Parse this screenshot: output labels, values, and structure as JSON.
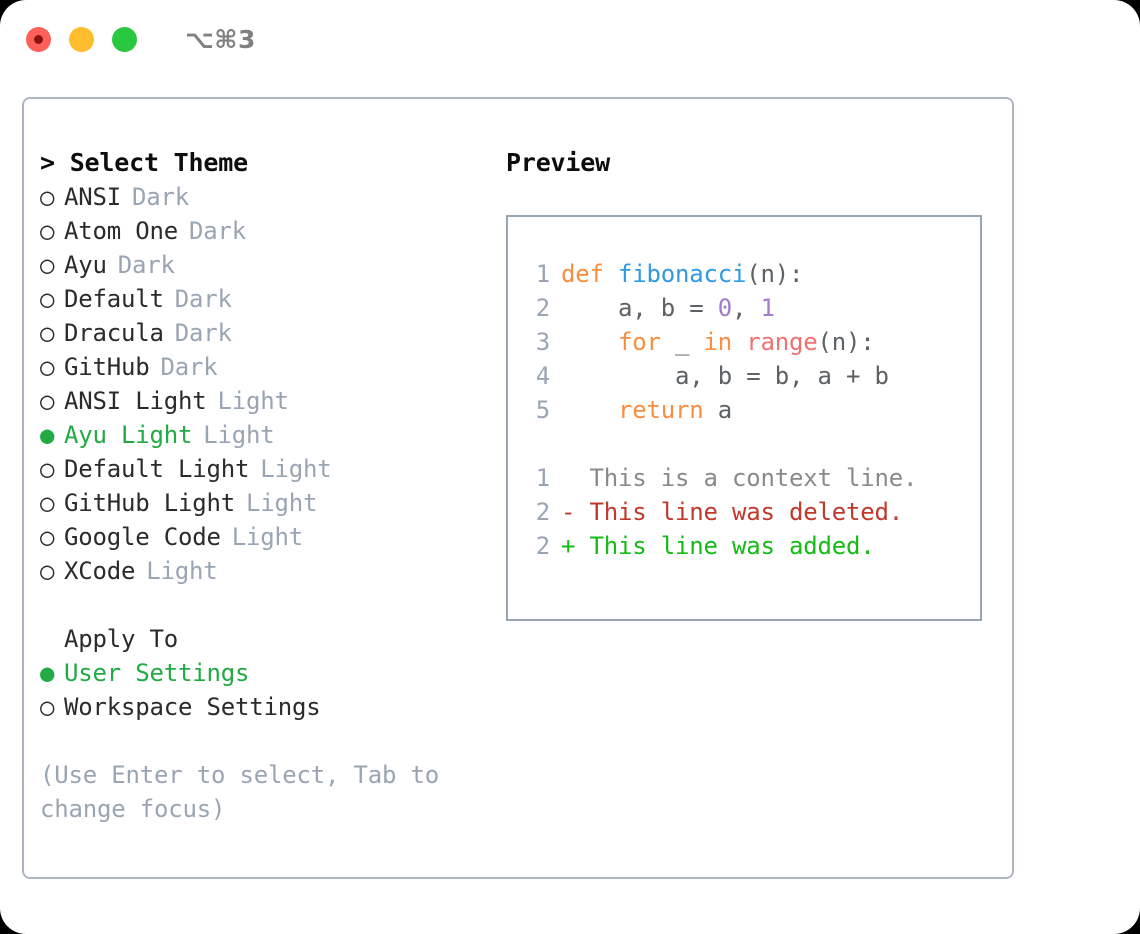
{
  "window": {
    "title_shortcut": "⌥⌘3",
    "traffic_lights": [
      {
        "name": "close-button",
        "color": "#ff6159"
      },
      {
        "name": "minimize-button",
        "color": "#ffbd2e"
      },
      {
        "name": "maximize-button",
        "color": "#28c840"
      }
    ]
  },
  "theme_panel": {
    "header_prefix": "> ",
    "header": "Select Theme",
    "bullet_selected": "●",
    "bullet_unselected": "○",
    "items": [
      {
        "label": "ANSI",
        "tag": "Dark",
        "selected": false
      },
      {
        "label": "Atom One",
        "tag": "Dark",
        "selected": false
      },
      {
        "label": "Ayu",
        "tag": "Dark",
        "selected": false
      },
      {
        "label": "Default",
        "tag": "Dark",
        "selected": false
      },
      {
        "label": "Dracula",
        "tag": "Dark",
        "selected": false
      },
      {
        "label": "GitHub",
        "tag": "Dark",
        "selected": false
      },
      {
        "label": "ANSI Light",
        "tag": "Light",
        "selected": false
      },
      {
        "label": "Ayu Light",
        "tag": "Light",
        "selected": true
      },
      {
        "label": "Default Light",
        "tag": "Light",
        "selected": false
      },
      {
        "label": "GitHub Light",
        "tag": "Light",
        "selected": false
      },
      {
        "label": "Google Code",
        "tag": "Light",
        "selected": false
      },
      {
        "label": "XCode",
        "tag": "Light",
        "selected": false
      }
    ]
  },
  "apply_to": {
    "title": "Apply To",
    "items": [
      {
        "label": "User Settings",
        "selected": true
      },
      {
        "label": "Workspace Settings",
        "selected": false
      }
    ]
  },
  "hint": "(Use Enter to select, Tab to change focus)",
  "preview": {
    "title": "Preview",
    "code_lines": [
      {
        "no": "1",
        "tokens": [
          {
            "t": "def ",
            "c": "kw"
          },
          {
            "t": "fibonacci",
            "c": "fn"
          },
          {
            "t": "(n):",
            "c": "plain"
          }
        ]
      },
      {
        "no": "2",
        "tokens": [
          {
            "t": "    a, b = ",
            "c": "plain"
          },
          {
            "t": "0",
            "c": "num"
          },
          {
            "t": ", ",
            "c": "plain"
          },
          {
            "t": "1",
            "c": "num"
          }
        ]
      },
      {
        "no": "3",
        "tokens": [
          {
            "t": "    ",
            "c": "plain"
          },
          {
            "t": "for",
            "c": "kw"
          },
          {
            "t": " _ ",
            "c": "plain"
          },
          {
            "t": "in",
            "c": "kw"
          },
          {
            "t": " ",
            "c": "plain"
          },
          {
            "t": "range",
            "c": "call"
          },
          {
            "t": "(n):",
            "c": "plain"
          }
        ]
      },
      {
        "no": "4",
        "tokens": [
          {
            "t": "        a, b = b, a + b",
            "c": "plain"
          }
        ]
      },
      {
        "no": "5",
        "tokens": [
          {
            "t": "    ",
            "c": "plain"
          },
          {
            "t": "return",
            "c": "kw"
          },
          {
            "t": " a",
            "c": "plain"
          }
        ]
      }
    ],
    "diff_lines": [
      {
        "no": "1",
        "marker": "  ",
        "text": "This is a context line.",
        "kind": "ctx"
      },
      {
        "no": "2",
        "marker": "- ",
        "text": "This line was deleted.",
        "kind": "del"
      },
      {
        "no": "2",
        "marker": "+ ",
        "text": "This line was added.",
        "kind": "add"
      }
    ]
  },
  "colors": {
    "accent_green": "#22aa44",
    "muted_gray": "#9aa5b4",
    "keyword_orange": "#fa8d3e",
    "function_blue": "#3199e1",
    "number_purple": "#a37acc",
    "call_red": "#f07171",
    "diff_delete": "#c0392b",
    "diff_add": "#16bb16",
    "border": "#aeb6c4"
  }
}
